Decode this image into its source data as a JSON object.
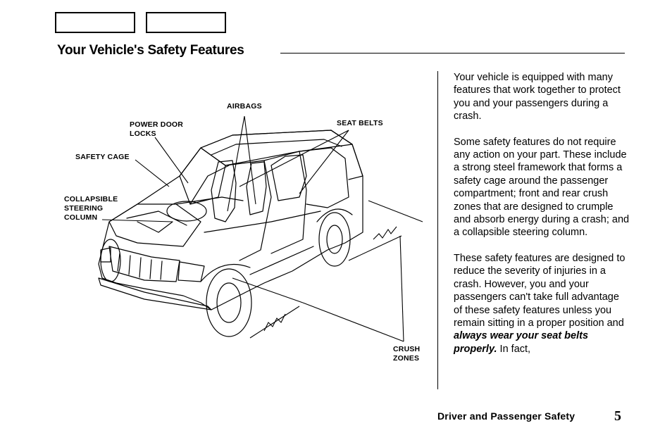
{
  "page": {
    "title": "Your Vehicle's Safety Features",
    "footer_section": "Driver and Passenger Safety",
    "page_number": "5"
  },
  "nav": {
    "box_1": "",
    "box_2": ""
  },
  "figure": {
    "labels": {
      "airbags": "AIRBAGS",
      "power_door_locks_1": "POWER DOOR",
      "power_door_locks_2": "LOCKS",
      "seat_belts": "SEAT BELTS",
      "safety_cage": "SAFETY CAGE",
      "collapsible_1": "COLLAPSIBLE",
      "collapsible_2": "STEERING",
      "collapsible_3": "COLUMN",
      "crush_1": "CRUSH",
      "crush_2": "ZONES"
    }
  },
  "body": {
    "para1": "Your vehicle is equipped with many features that work together to protect you and your passengers during a crash.",
    "para2": "Some safety features do not require any action on your part. These include a strong steel framework that forms a safety cage around the passenger compartment; front and rear crush zones that are designed to crumple and absorb energy during a crash; and a collapsible steering column.",
    "para3_start": "These safety features are designed to reduce the severity of injuries in a crash. However, you and your passengers can't take full advantage of these safety features unless you remain sitting in a proper position and ",
    "para3_emph": "always wear your seat belts properly.",
    "para3_end": " In fact,"
  }
}
